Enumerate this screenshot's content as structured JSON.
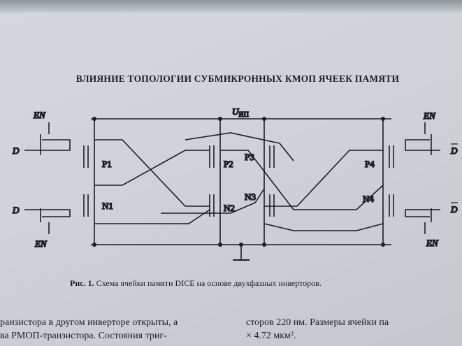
{
  "header": "ВЛИЯНИЕ ТОПОЛОГИИ СУБМИКРОННЫХ КМОП ЯЧЕЕК ПАМЯТИ",
  "circuit": {
    "supply": "U",
    "supply_sub": "ИП",
    "en": "EN",
    "d": "D",
    "d_bar": "D",
    "transistors": {
      "p1": "P1",
      "p2": "P2",
      "p3": "P3",
      "p4": "P4",
      "n1": "N1",
      "n2": "N2",
      "n3": "N3",
      "n4": "N4"
    }
  },
  "caption": {
    "number": "Рис. 1.",
    "text": "Схема ячейки памяти DICE на основе двухфазных инверторов."
  },
  "body_left": [
    "ранзистора в другом инверторе открыты, а",
    "ва РМОП-транзистора. Состояния триг-"
  ],
  "body_right": [
    "сторов 220 нм. Размеры ячейки па",
    "× 4.72 мкм²."
  ]
}
